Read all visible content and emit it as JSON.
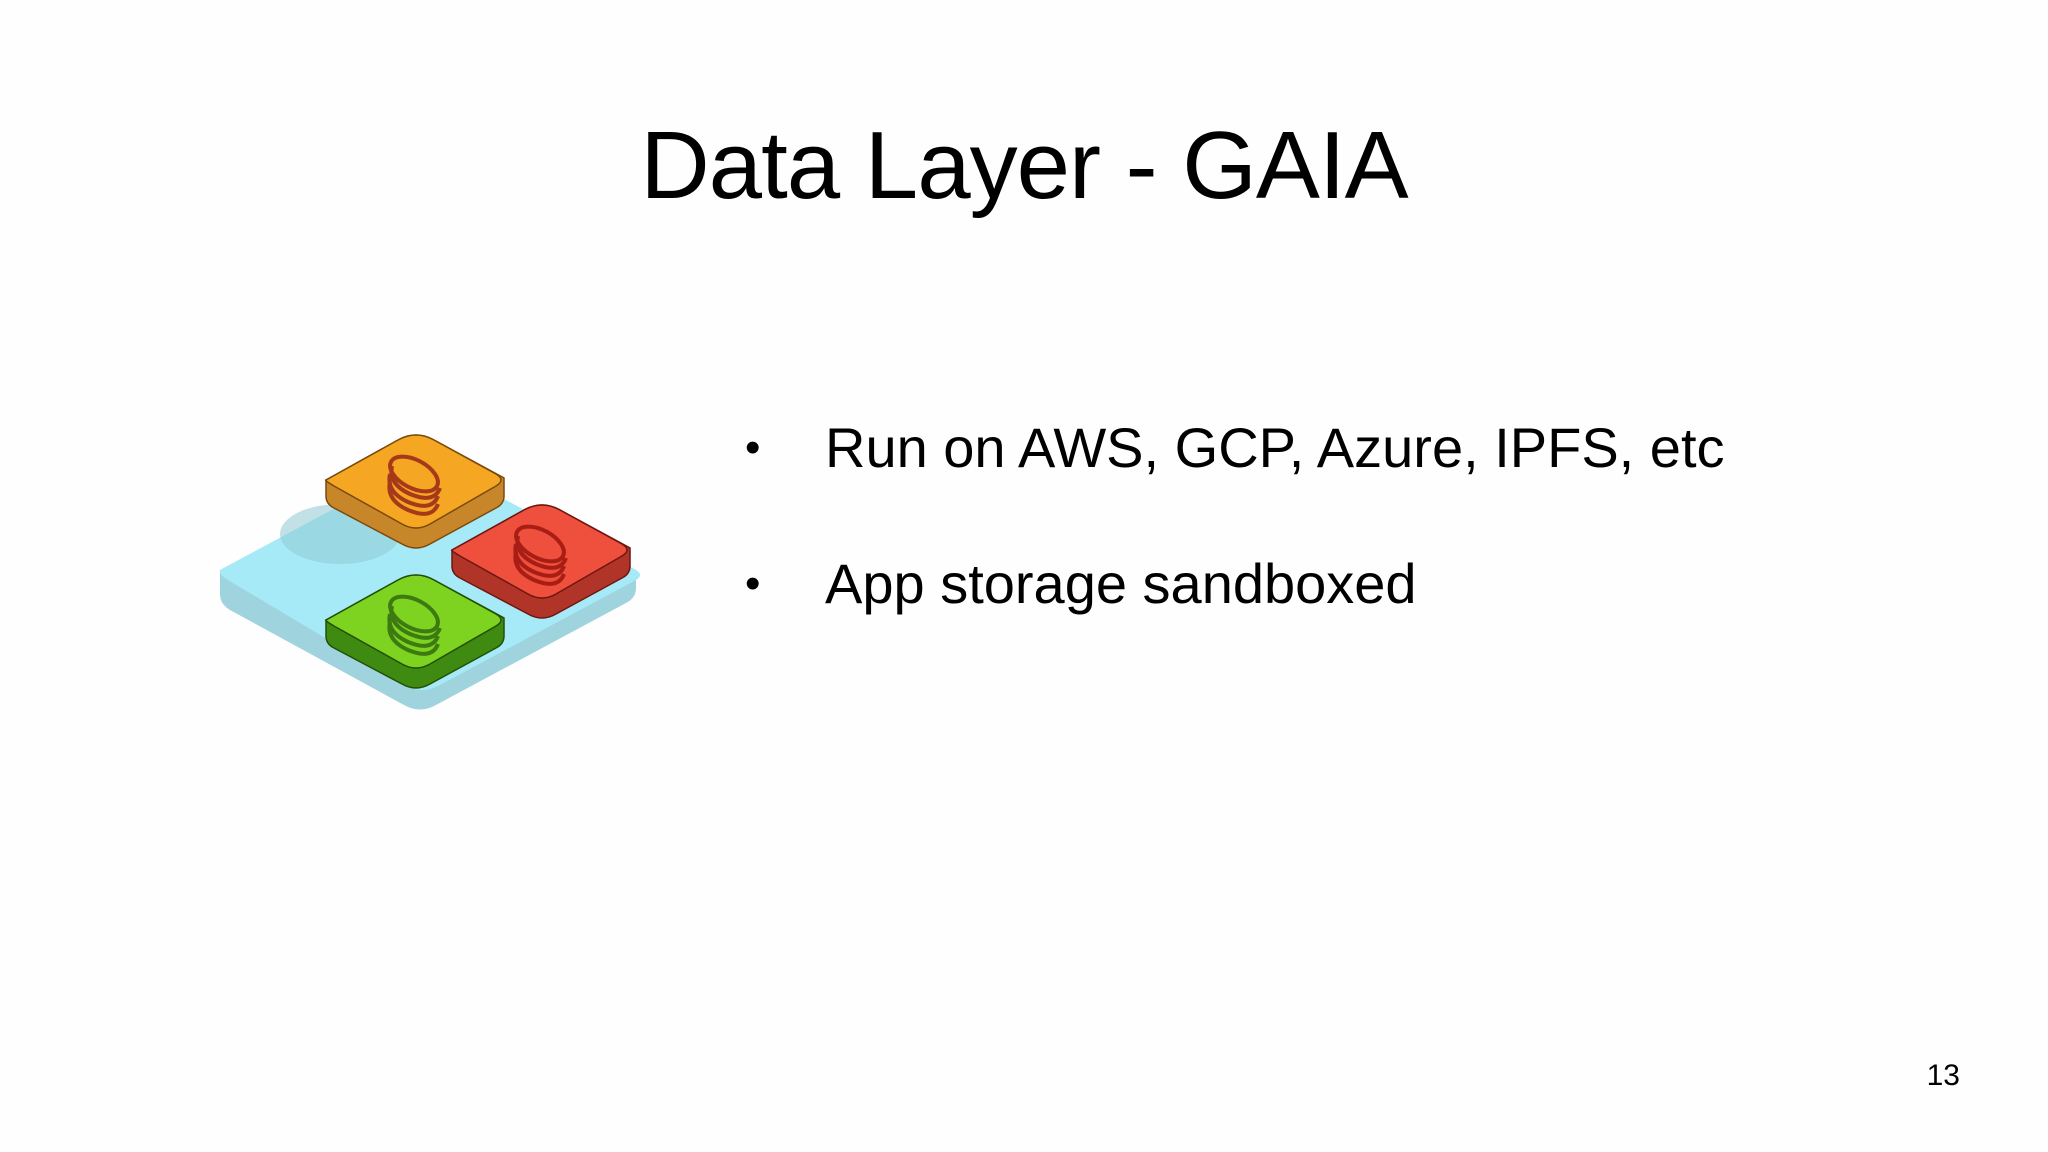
{
  "slide": {
    "title": "Data Layer - GAIA",
    "bullets": [
      {
        "marker": "•",
        "text": "Run on AWS, GCP, Azure, IPFS, etc"
      },
      {
        "marker": "•",
        "text": "App storage sandboxed"
      }
    ],
    "page_number": "13",
    "illustration": {
      "icon": "isometric-storage-platform-icon",
      "tiles": [
        {
          "name": "orange-database-tile",
          "color": "#f5a623"
        },
        {
          "name": "red-database-tile",
          "color": "#ef4f3d"
        },
        {
          "name": "green-database-tile",
          "color": "#7ed321"
        }
      ],
      "platform_color": "#a8ecf7"
    }
  }
}
